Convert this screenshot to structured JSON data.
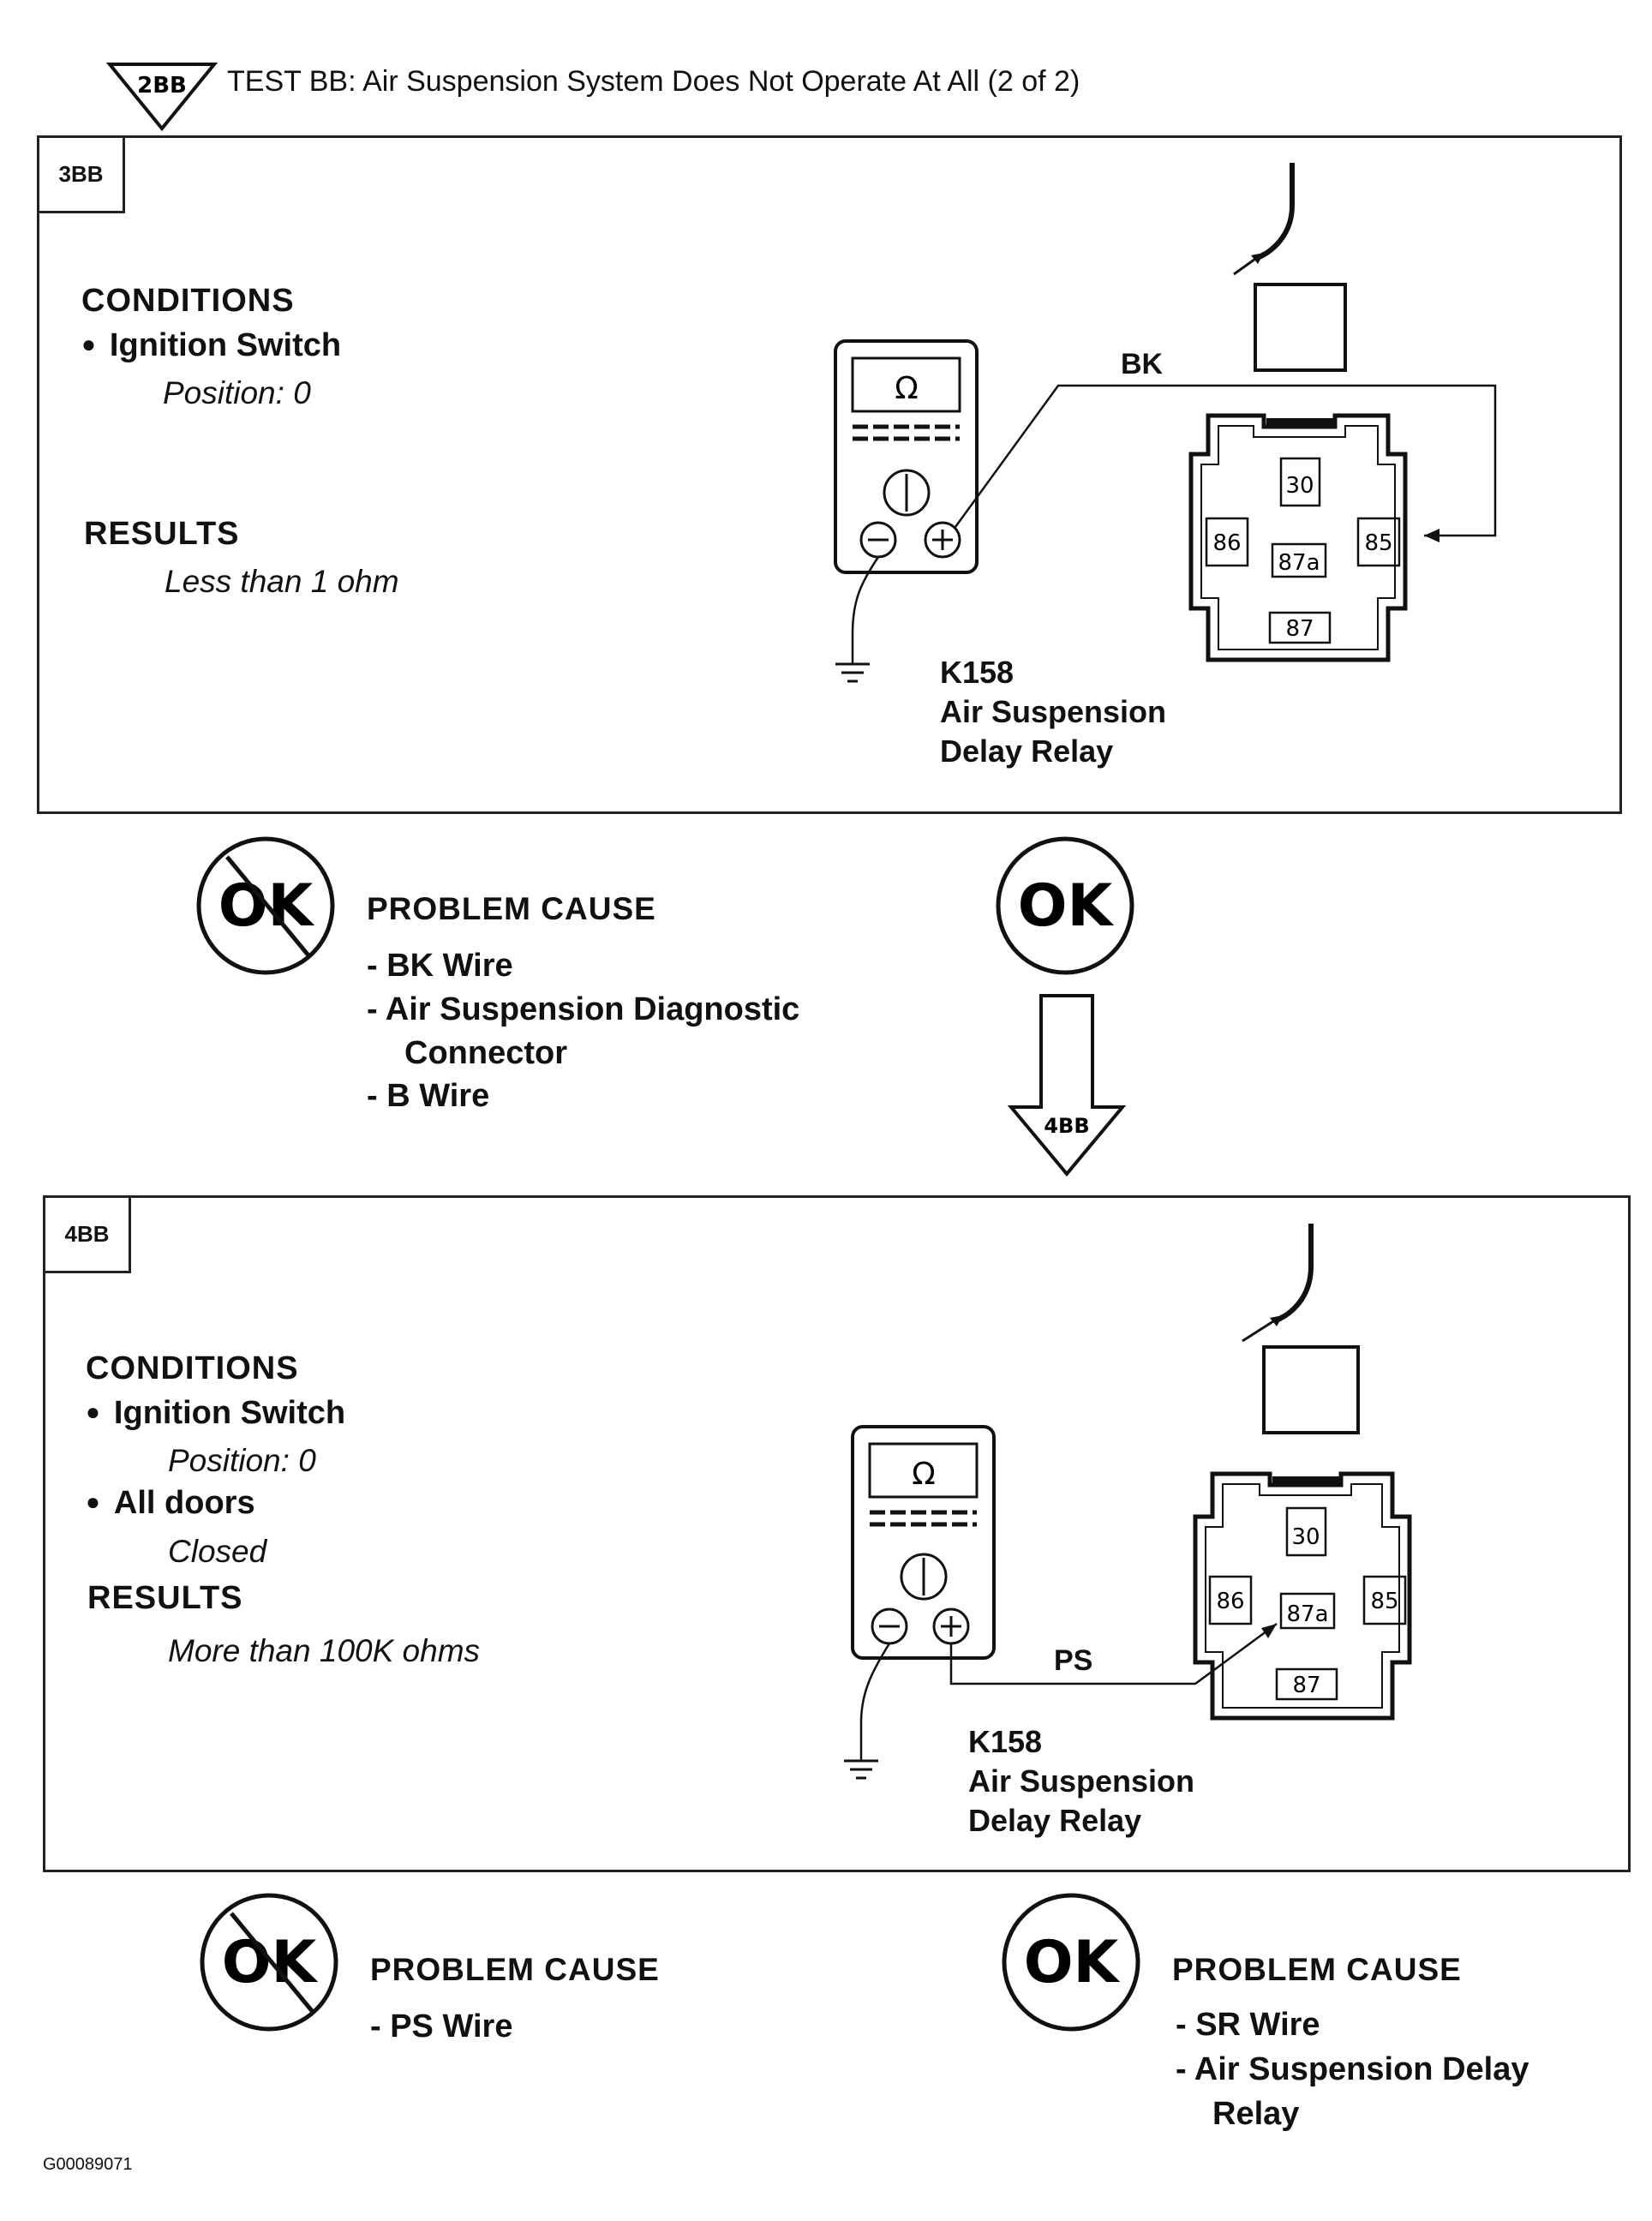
{
  "header": {
    "marker": "2BB",
    "title": "TEST BB: Air Suspension System Does Not Operate At All (2 of 2)"
  },
  "step_3bb": {
    "tab": "3BB",
    "conditions_heading": "CONDITIONS",
    "condition_1": "Ignition Switch",
    "condition_1_detail": "Position: 0",
    "results_heading": "RESULTS",
    "result": "Less than 1 ohm",
    "meter_symbol": "Ω",
    "wire_label": "BK",
    "relay_pins": [
      "30",
      "86",
      "87a",
      "85",
      "87"
    ],
    "component_id": "K158",
    "component_name_line1": "Air Suspension",
    "component_name_line2": "Delay Relay"
  },
  "outcome_3bb": {
    "not_ok_badge": "OK",
    "ok_badge": "OK",
    "cause_heading": "PROBLEM CAUSE",
    "causes": [
      "- BK  Wire",
      "- Air Suspension Diagnostic",
      "Connector",
      "- B  Wire"
    ],
    "next_step": "4BB"
  },
  "step_4bb": {
    "tab": "4BB",
    "conditions_heading": "CONDITIONS",
    "condition_1": "Ignition Switch",
    "condition_1_detail": "Position: 0",
    "condition_2": "All doors",
    "condition_2_detail": "Closed",
    "results_heading": "RESULTS",
    "result": "More than 100K ohms",
    "meter_symbol": "Ω",
    "wire_label": "PS",
    "relay_pins": [
      "30",
      "86",
      "87a",
      "85",
      "87"
    ],
    "component_id": "K158",
    "component_name_line1": "Air Suspension",
    "component_name_line2": "Delay Relay"
  },
  "outcome_4bb": {
    "not_ok_badge": "OK",
    "not_ok_cause_heading": "PROBLEM CAUSE",
    "not_ok_causes": [
      "- PS  Wire"
    ],
    "ok_badge": "OK",
    "ok_cause_heading": "PROBLEM CAUSE",
    "ok_causes": [
      "- SR  Wire",
      "- Air Suspension Delay",
      "Relay"
    ]
  },
  "footer": {
    "figure_id": "G00089071"
  },
  "colors": {
    "ink": "#111111",
    "background": "#ffffff"
  }
}
